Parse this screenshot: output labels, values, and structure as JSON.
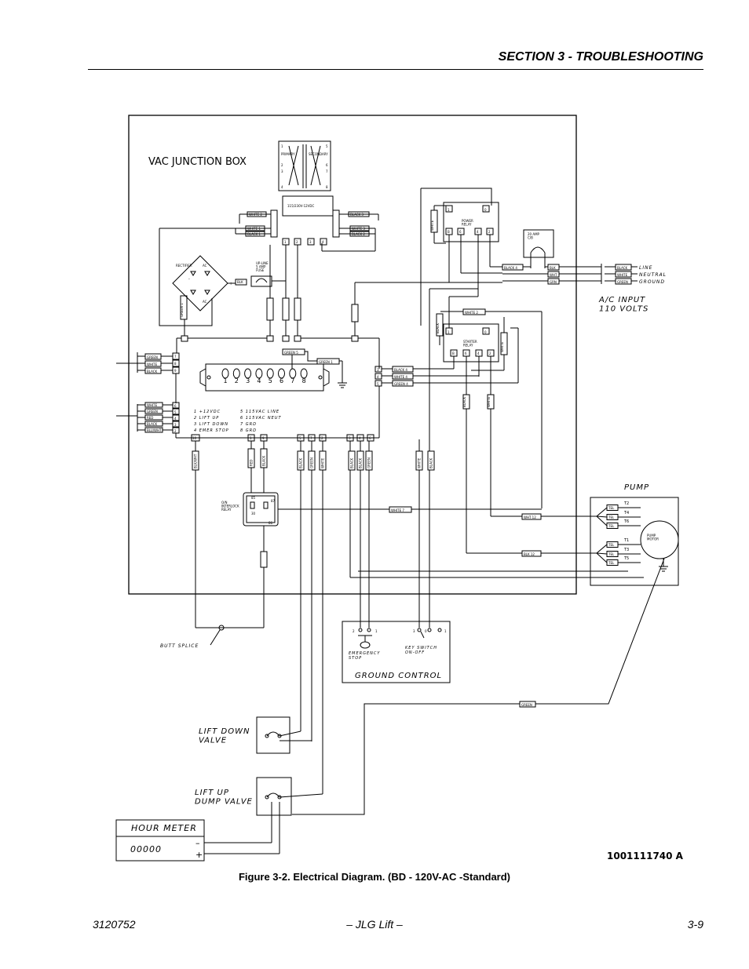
{
  "header": {
    "section_title": "SECTION 3 - TROUBLESHOOTING"
  },
  "diagram": {
    "junction_box_title": "VAC JUNCTION BOX",
    "transformer": {
      "primary": "PRIMARY",
      "secondary": "SECONDARY",
      "rating": "115/230V-12VDC",
      "pins_left": [
        "1",
        "2",
        "3",
        "4"
      ],
      "pins_right": [
        "5",
        "6",
        "7",
        "8"
      ]
    },
    "rectifier": {
      "label": "RECTIFIER",
      "ac1": "AC",
      "ac2": "AC",
      "plus": "+",
      "minus": "-"
    },
    "fuse": {
      "label": "UP-LINE\n5 AMP\nFUSE",
      "wire": "BLK"
    },
    "transformer_wires_left": [
      "WHITE 2",
      "WHITE 1",
      "BLACK 1"
    ],
    "transformer_wires_right": [
      "BLACK 3",
      "WHITE 3",
      "BLACK 2"
    ],
    "terminal_row_top": [
      "1",
      "2",
      "3",
      "4"
    ],
    "power_relay": {
      "label": "POWER\nRELAY",
      "top": [
        "1",
        "0"
      ],
      "bottom": [
        "B",
        "6",
        "4",
        "2"
      ],
      "wire": "WHITE"
    },
    "breaker": {
      "label": "20 AMP\nC/B"
    },
    "line_wires_left": [
      "BLACK 4",
      "BLK",
      "WHT",
      "GRN"
    ],
    "ac_input": {
      "wires": [
        "BLACK",
        "WHITE",
        "GREEN"
      ],
      "names": [
        "LINE",
        "NEUTRAL",
        "GROUND"
      ],
      "title": "A/C INPUT\n110 VOLTS"
    },
    "starter_relay": {
      "label": "STARTER\nRELAY",
      "top": [
        "1",
        "0"
      ],
      "bottom": [
        "B",
        "6",
        "4",
        "2"
      ],
      "wire_top": "WHITE 2",
      "wire_left": "BLACK",
      "wire_right": "WHITE"
    },
    "vertical_wires": [
      "GREEN 1",
      "BLACK",
      "WHITE",
      "GREEN",
      "BLACK",
      "WHITE"
    ],
    "left_inputs_a": [
      "GREEN",
      "WHITE",
      "BLACK"
    ],
    "left_inputs_b": [
      "WHITE",
      "GREEN",
      "RED",
      "BLACK",
      "BLU/WHT"
    ],
    "terminals_left_a": [
      "7",
      "8",
      "9"
    ],
    "terminals_left_b": [
      "6",
      "5",
      "4",
      "3",
      "2"
    ],
    "terminal_block_numbers": [
      "1",
      "2",
      "3",
      "4",
      "5",
      "6",
      "7",
      "8"
    ],
    "green_wires": [
      "GREEN 5",
      "GREEN 1"
    ],
    "relay_wires_right": [
      "BLACK 4",
      "WHITE 4",
      "GREEN 4"
    ],
    "right_terminals": [
      "3",
      "4",
      "5"
    ],
    "legend_left": [
      "1  +12VDC",
      "2  LIFT UP",
      "3  LIFT DOWN",
      "4  EMER STOP"
    ],
    "legend_right": [
      "5  115VAC LINE",
      "6  115VAC NEUT",
      "7  GRD",
      "8  GRD"
    ],
    "bottom_terminals": [
      "10",
      "1",
      "9",
      "5",
      "7",
      "2",
      "3",
      "4",
      "6"
    ],
    "bottom_wires": [
      "BLK/WHT",
      "RED",
      "BLACK",
      "BLACK",
      "GREEN",
      "WHITE",
      "BLACK",
      "BLACK",
      "GREEN",
      "WHITE",
      "BLACK"
    ],
    "interlock_relay": {
      "label": "O/N\nINTERLOCK\nRELAY",
      "pins": [
        "85",
        "87",
        "30",
        "86"
      ]
    },
    "relay_out_wire": "WHITE 7",
    "pump": {
      "title": "PUMP",
      "motor": "PUMP\nMOTOR",
      "terms_top": [
        "T2",
        "T4",
        "T6"
      ],
      "terms_bottom": [
        "T1",
        "T3",
        "T5"
      ],
      "wires": [
        "WHT 12",
        "BLK 12"
      ],
      "tel": "TEL"
    },
    "butt_splice": "BUTT SPLICE",
    "ground_control": {
      "title": "GROUND CONTROL",
      "estop": "EMERGENCY\nSTOP",
      "key": "KEY SWITCH\nON-OFF",
      "estop_pins": [
        "2",
        "1"
      ],
      "key_pins": [
        "3",
        "0",
        "1"
      ]
    },
    "green_wire": "GREEN",
    "lift_down_valve": "LIFT DOWN\nVALVE",
    "lift_up_valve": "LIFT UP\nDUMP VALVE",
    "hour_meter": {
      "title": "HOUR METER",
      "digits": "00000",
      "minus": "–",
      "plus": "+"
    },
    "drawing_number": "1001111740 A"
  },
  "caption": "Figure 3-2. Electrical Diagram. (BD - 120V-AC -Standard)",
  "footer": {
    "left": "3120752",
    "center": "– JLG Lift –",
    "right": "3-9"
  }
}
